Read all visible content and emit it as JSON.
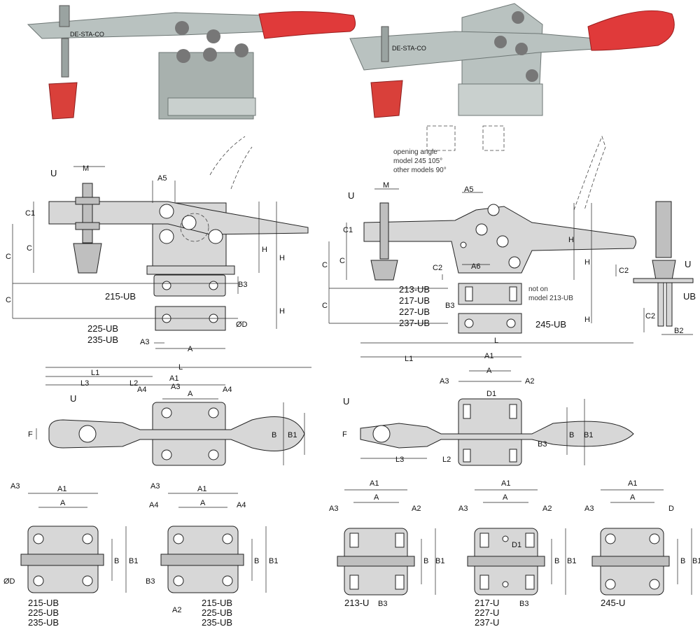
{
  "labels": {
    "U": "U",
    "M": "M",
    "A5": "A5",
    "C1": "C1",
    "C": "C",
    "H": "H",
    "B3": "B3",
    "D": "ØD",
    "A3": "A3",
    "A": "A",
    "L": "L",
    "L1": "L1",
    "L2": "L2",
    "L3": "L3",
    "A1": "A1",
    "A4": "A4",
    "F": "F",
    "B": "B",
    "B1": "B1",
    "A6": "A6",
    "C2": "C2",
    "A2": "A2",
    "D1": "D1",
    "B2": "B2",
    "D_plain": "D"
  },
  "models": {
    "m215": "215-UB",
    "m225": "225-UB",
    "m235": "235-UB",
    "m213": "213-UB",
    "m217": "217-UB",
    "m227": "227-UB",
    "m237": "237-UB",
    "m245": "245-UB",
    "m213u": "213-U",
    "m217u": "217-U",
    "m227u": "227-U",
    "m237u": "237-U",
    "m245u": "245-U"
  },
  "notes": {
    "opening1": "opening angle",
    "opening2": "model 245 105°",
    "opening3": "other models 90°",
    "noton1": "not on",
    "noton2": "model 213-UB"
  },
  "photo_texts": {
    "left_stamp": "DE-STA-CO",
    "right_stamp": "DE-STA-CO"
  },
  "colors": {
    "handle": "#e03a3a",
    "tip": "#d9403a",
    "metal": "#b9c2c0",
    "metal_dark": "#8d9896",
    "drawing_fill": "#d7d7d7"
  }
}
